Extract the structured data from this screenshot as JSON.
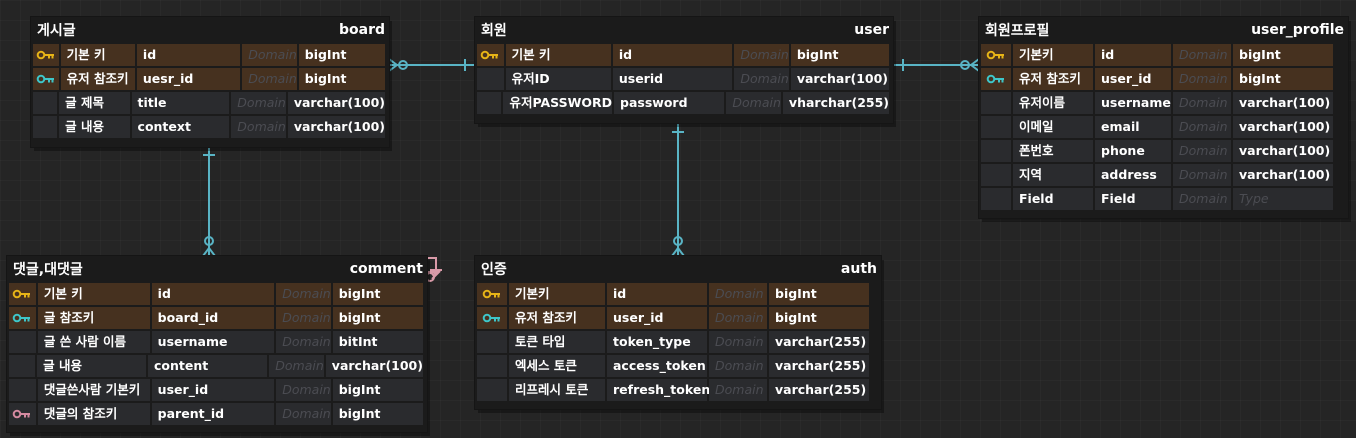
{
  "tables": {
    "board": {
      "logical": "게시글",
      "physical": "board",
      "rows": [
        {
          "key": "pk",
          "name": "기본 키",
          "col": "id",
          "domain": "Domain",
          "type": "bigInt"
        },
        {
          "key": "fk",
          "name": "유저 참조키",
          "col": "uesr_id",
          "domain": "Domain",
          "type": "bigInt"
        },
        {
          "key": "",
          "name": "글 제목",
          "col": "title",
          "domain": "Domain",
          "type": "varchar(100)"
        },
        {
          "key": "",
          "name": "글 내용",
          "col": "context",
          "domain": "Domain",
          "type": "varchar(100)"
        }
      ]
    },
    "user": {
      "logical": "회원",
      "physical": "user",
      "rows": [
        {
          "key": "pk",
          "name": "기본 키",
          "col": "id",
          "domain": "Domain",
          "type": "bigInt"
        },
        {
          "key": "",
          "name": "유저ID",
          "col": "userid",
          "domain": "Domain",
          "type": "varchar(100)"
        },
        {
          "key": "",
          "name": "유저PASSWORD",
          "col": "password",
          "domain": "Domain",
          "type": "vharchar(255)"
        }
      ]
    },
    "user_profile": {
      "logical": "회원프로필",
      "physical": "user_profile",
      "rows": [
        {
          "key": "pk",
          "name": "기본키",
          "col": "id",
          "domain": "Domain",
          "type": "bigInt"
        },
        {
          "key": "fk",
          "name": "유저 참조키",
          "col": "user_id",
          "domain": "Domain",
          "type": "bigInt"
        },
        {
          "key": "",
          "name": "유저이름",
          "col": "username",
          "domain": "Domain",
          "type": "varchar(100)"
        },
        {
          "key": "",
          "name": "이메일",
          "col": "email",
          "domain": "Domain",
          "type": "varchar(100)"
        },
        {
          "key": "",
          "name": "폰번호",
          "col": "phone",
          "domain": "Domain",
          "type": "varchar(100)"
        },
        {
          "key": "",
          "name": "지역",
          "col": "address",
          "domain": "Domain",
          "type": "varchar(100)"
        },
        {
          "key": "",
          "name": "Field",
          "col": "Field",
          "domain": "Domain",
          "type": "Type",
          "type_placeholder": true
        }
      ]
    },
    "comment": {
      "logical": "댓글,대댓글",
      "physical": "comment",
      "rows": [
        {
          "key": "pk",
          "name": "기본 키",
          "col": "id",
          "domain": "Domain",
          "type": "bigInt"
        },
        {
          "key": "fk",
          "name": "글 참조키",
          "col": "board_id",
          "domain": "Domain",
          "type": "bigInt"
        },
        {
          "key": "",
          "name": "글 쓴 사람 이름",
          "col": "username",
          "domain": "Domain",
          "type": "bitInt"
        },
        {
          "key": "",
          "name": "글 내용",
          "col": "content",
          "domain": "Domain",
          "type": "varchar(100)"
        },
        {
          "key": "",
          "name": "댓글쓴사람 기본키",
          "col": "user_id",
          "domain": "Domain",
          "type": "bigInt"
        },
        {
          "key": "self",
          "name": "댓글의 참조키",
          "col": "parent_id",
          "domain": "Domain",
          "type": "bigInt"
        }
      ]
    },
    "auth": {
      "logical": "인증",
      "physical": "auth",
      "rows": [
        {
          "key": "pk",
          "name": "기본키",
          "col": "id",
          "domain": "Domain",
          "type": "bigInt"
        },
        {
          "key": "fk",
          "name": "유저 참조키",
          "col": "user_id",
          "domain": "Domain",
          "type": "bigInt"
        },
        {
          "key": "",
          "name": "토큰 타입",
          "col": "token_type",
          "domain": "Domain",
          "type": "varchar(255)"
        },
        {
          "key": "",
          "name": "엑세스 토큰",
          "col": "access_token",
          "domain": "Domain",
          "type": "varchar(255)"
        },
        {
          "key": "",
          "name": "리프레시 토큰",
          "col": "refresh_token",
          "domain": "Domain",
          "type": "varchar(255)"
        }
      ]
    }
  },
  "relations": [
    {
      "from": "user",
      "to": "board",
      "type": "one-to-many-optional"
    },
    {
      "from": "user",
      "to": "user_profile",
      "type": "one-to-many-optional"
    },
    {
      "from": "user",
      "to": "auth",
      "type": "one-to-many"
    },
    {
      "from": "board",
      "to": "comment",
      "type": "one-to-many"
    },
    {
      "from": "comment",
      "to": "comment",
      "type": "self-reference"
    }
  ],
  "colors": {
    "primary_key": "#e7b417",
    "foreign_key": "#3ec6c9",
    "self_reference_key": "#d48aa0",
    "relationship_line": "#59b4c5",
    "self_relationship_line": "#d99aa8",
    "key_row_bg": "#46311f",
    "domain_text": "#4b4c52"
  }
}
